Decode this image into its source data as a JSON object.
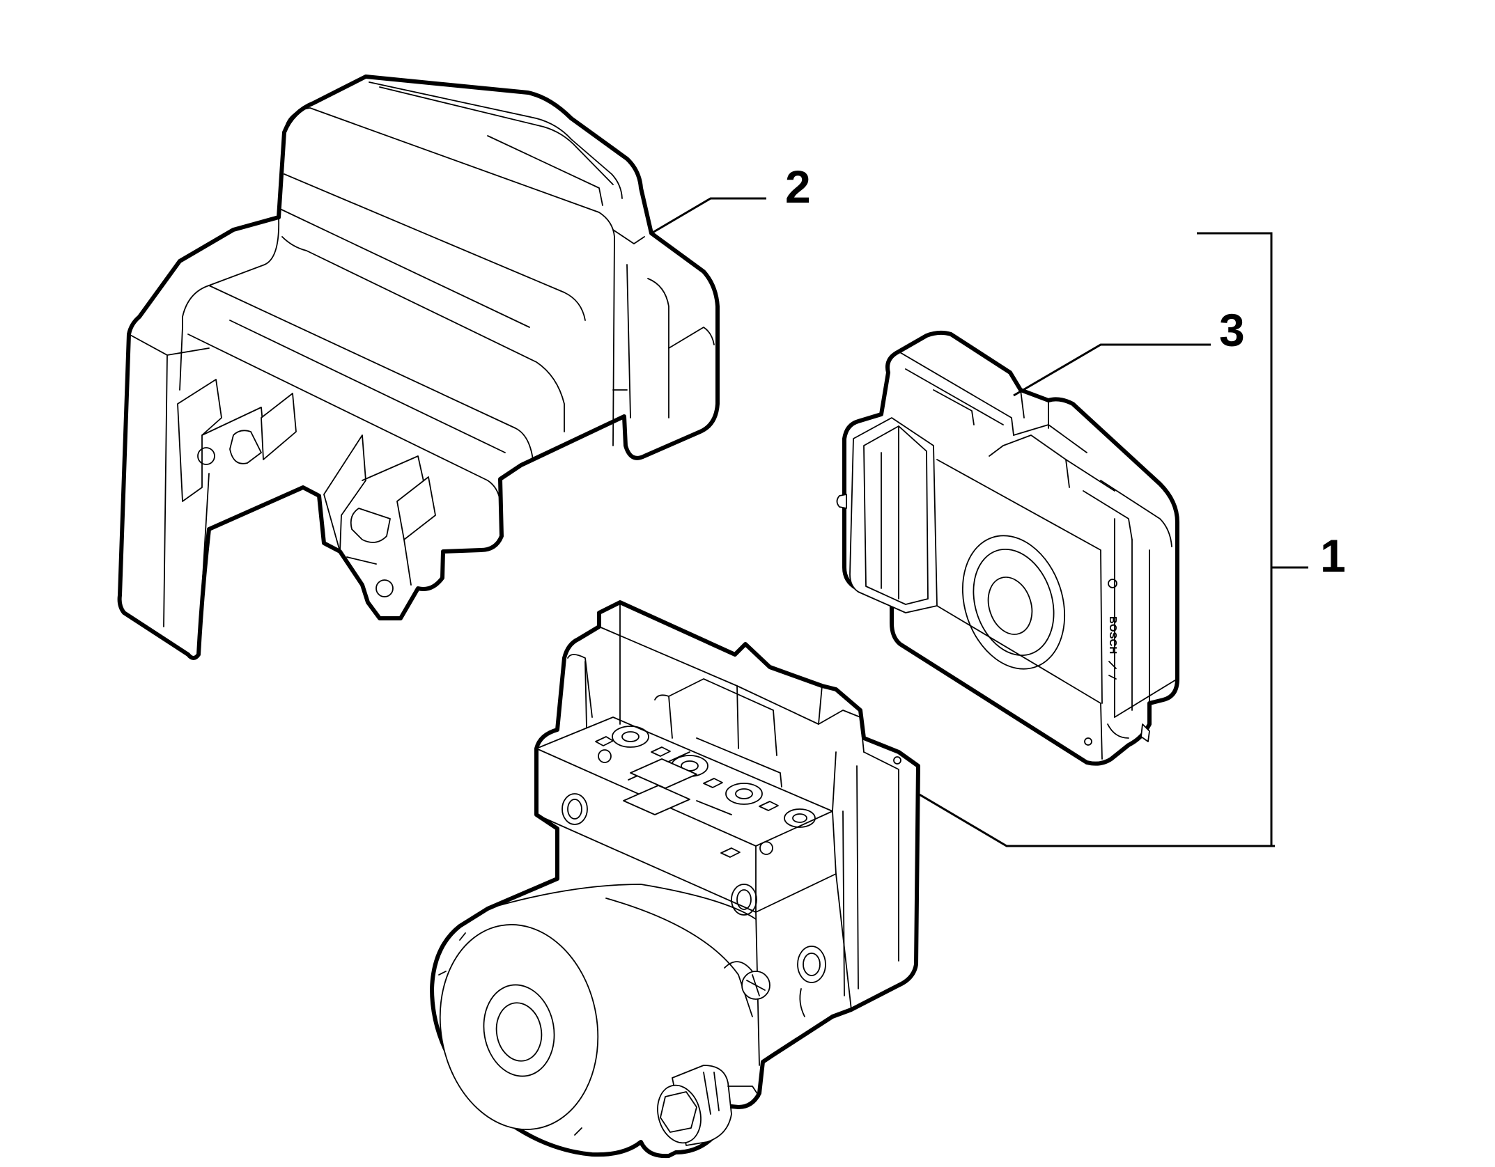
{
  "callouts": [
    {
      "id": "1",
      "label": "1"
    },
    {
      "id": "2",
      "label": "2"
    },
    {
      "id": "3",
      "label": "3"
    }
  ],
  "parts": {
    "cover": {
      "callout": "2"
    },
    "control_unit": {
      "callout": "3",
      "marking": "BOSCH"
    },
    "hydraulic_unit": {
      "callout": "1"
    }
  },
  "colors": {
    "line": "#000000",
    "background": "#ffffff"
  }
}
